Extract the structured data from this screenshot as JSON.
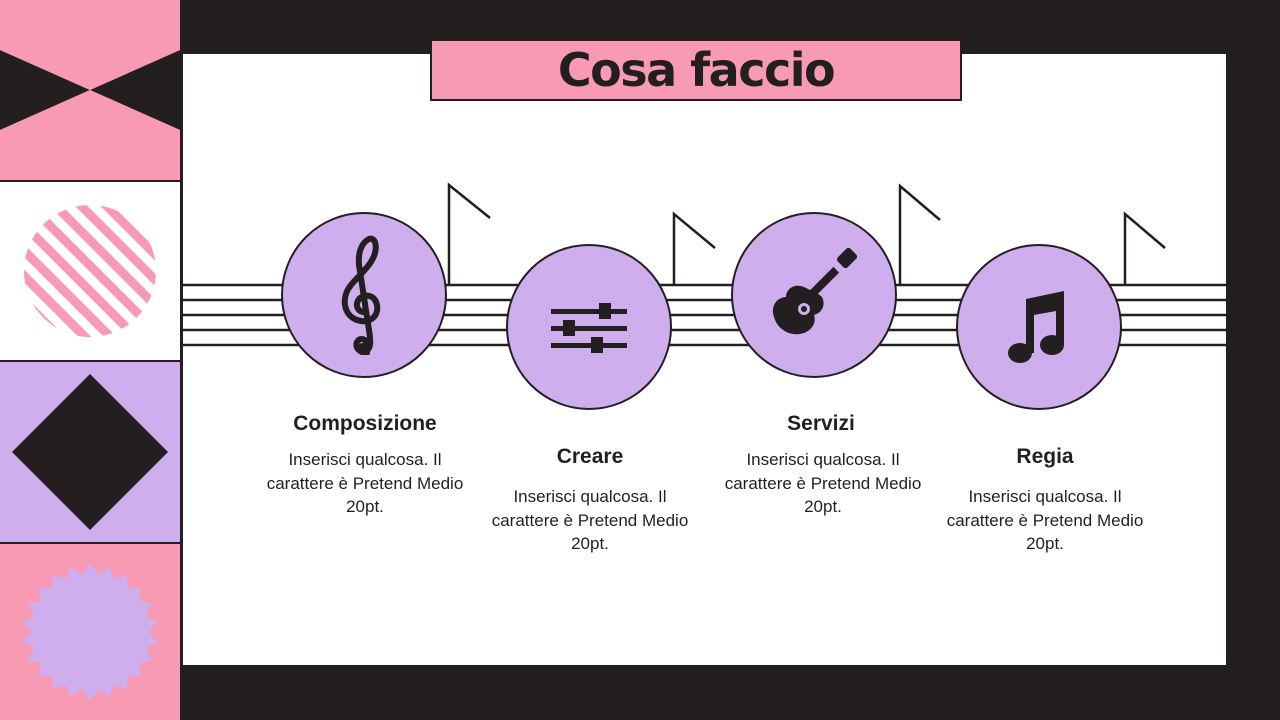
{
  "colors": {
    "background": "#231f20",
    "slide": "#ffffff",
    "pink": "#f89ab4",
    "lavender": "#cfaeee",
    "ink": "#231f20"
  },
  "title": "Cosa faccio",
  "items": [
    {
      "title": "Composizione",
      "description": "Inserisci qualcosa. Il carattere è Pretend Medio 20pt.",
      "icon": "treble-clef-icon"
    },
    {
      "title": "Creare",
      "description": "Inserisci qualcosa. Il carattere è Pretend Medio 20pt.",
      "icon": "sliders-icon"
    },
    {
      "title": "Servizi",
      "description": "Inserisci qualcosa. Il carattere è Pretend Medio 20pt.",
      "icon": "guitar-icon"
    },
    {
      "title": "Regia",
      "description": "Inserisci qualcosa. Il carattere è Pretend Medio 20pt.",
      "icon": "music-note-icon"
    }
  ]
}
